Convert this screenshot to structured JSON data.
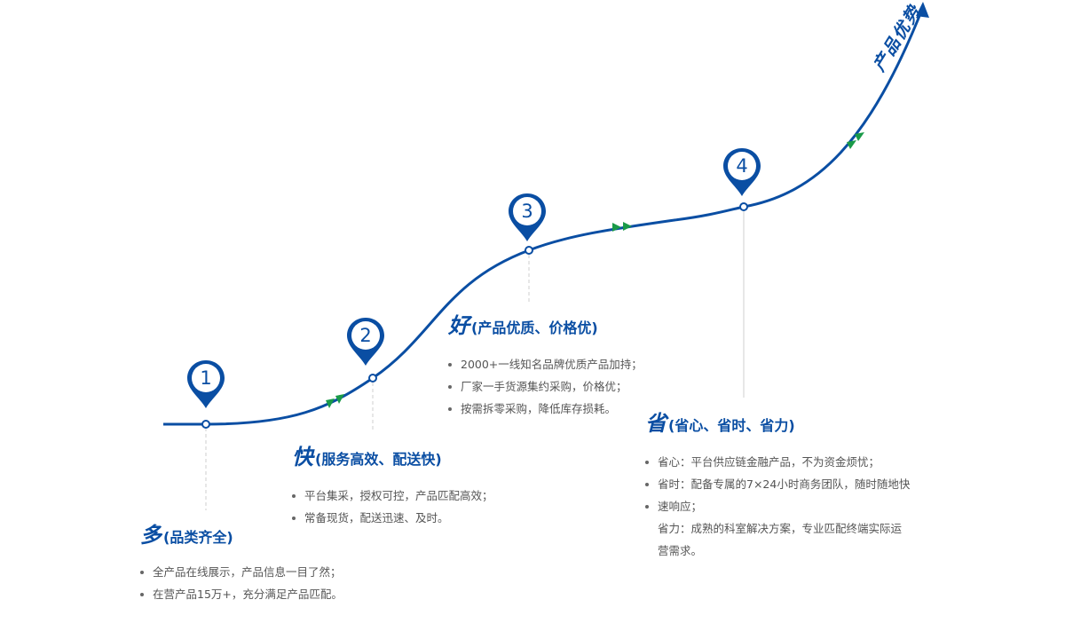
{
  "caption": "产品优势",
  "colors": {
    "primary": "#0a4ea3",
    "arrow": "#1a9a48",
    "text": "#555555"
  },
  "steps": [
    {
      "number": "1",
      "big": "多",
      "subtitle": "(品类齐全)",
      "items": [
        {
          "text": "全产品在线展示，产品信息一目了然；",
          "bullet": true
        },
        {
          "text": "在营产品15万+，充分满足产品匹配。",
          "bullet": true
        }
      ]
    },
    {
      "number": "2",
      "big": "快",
      "subtitle": "(服务高效、配送快)",
      "items": [
        {
          "text": "平台集采，授权可控，产品匹配高效；",
          "bullet": true
        },
        {
          "text": "常备现货，配送迅速、及时。",
          "bullet": true
        }
      ]
    },
    {
      "number": "3",
      "big": "好",
      "subtitle": "(产品优质、价格优)",
      "items": [
        {
          "text": "2000+一线知名品牌优质产品加持；",
          "bullet": true
        },
        {
          "text": "厂家一手货源集约采购，价格优；",
          "bullet": true
        },
        {
          "text": "按需拆零采购，降低库存损耗。",
          "bullet": true
        }
      ]
    },
    {
      "number": "4",
      "big": "省",
      "subtitle": "(省心、省时、省力)",
      "items": [
        {
          "text": "省心：平台供应链金融产品，不为资金烦忧；",
          "bullet": true
        },
        {
          "text": "省时：配备专属的7×24小时商务团队，随时随地快",
          "bullet": true
        },
        {
          "text": "速响应；",
          "bullet": true
        },
        {
          "text": "省力：成熟的科室解决方案，专业匹配终端实际运",
          "bullet": false
        },
        {
          "text": "营需求。",
          "bullet": false
        }
      ]
    }
  ]
}
